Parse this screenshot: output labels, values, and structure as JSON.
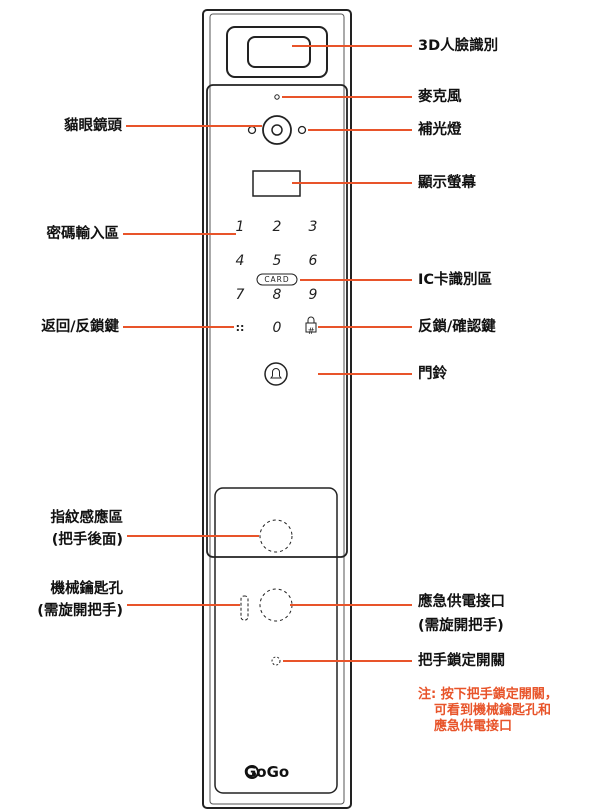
{
  "left_labels": {
    "peephole": "貓眼鏡頭",
    "keypad": "密碼輸入區",
    "back_lock": "返回/反鎖鍵",
    "fingerprint_1": "指紋感應區",
    "fingerprint_2": "(把手後面)",
    "keyhole_1": "機械鑰匙孔",
    "keyhole_2": "(需旋開把手)"
  },
  "right_labels": {
    "face_id": "3D人臉識別",
    "mic": "麥克風",
    "fill_light": "補光燈",
    "display": "顯示螢幕",
    "ic_card": "IC卡識別區",
    "lock_confirm": "反鎖/確認鍵",
    "doorbell": "門鈴",
    "emergency_1": "應急供電接口",
    "emergency_2": "(需旋開把手)",
    "handle_switch": "把手鎖定開關"
  },
  "keypad": {
    "k1": "1",
    "k2": "2",
    "k3": "3",
    "k4": "4",
    "k5": "5",
    "k6": "6",
    "k7": "7",
    "k8": "8",
    "k9": "9",
    "k0": "0",
    "back": "::",
    "confirm": "#",
    "card": "CARD"
  },
  "note": {
    "line1": "注: 按下把手鎖定開關，",
    "line2": "可看到機械鑰匙孔和",
    "line3": "應急供電接口"
  },
  "brand": "GoGo",
  "colors": {
    "note": "#e8542a",
    "lines": "#e8542a",
    "device_outline": "#222222"
  }
}
